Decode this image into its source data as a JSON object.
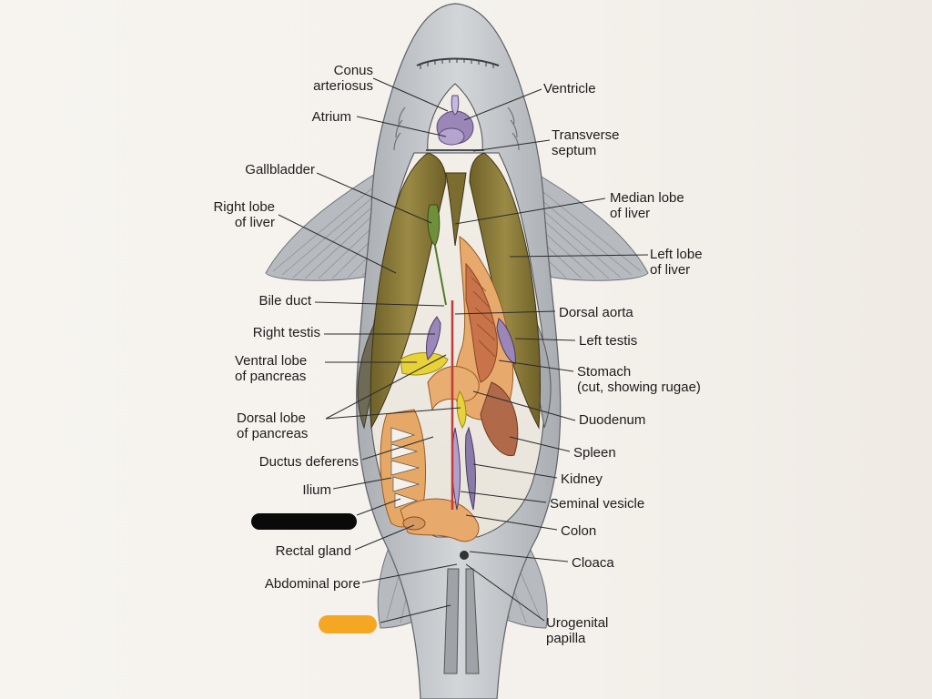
{
  "figure": {
    "labels": {
      "conus_arteriosus": [
        "Conus",
        "arteriosus"
      ],
      "atrium": "Atrium",
      "gallbladder": "Gallbladder",
      "right_lobe_of_liver": [
        "Right lobe",
        "of liver"
      ],
      "bile_duct": "Bile duct",
      "right_testis": "Right testis",
      "ventral_lobe_of_pancreas": [
        "Ventral lobe",
        "of pancreas"
      ],
      "dorsal_lobe_of_pancreas": [
        "Dorsal lobe",
        "of pancreas"
      ],
      "ductus_deferens": "Ductus deferens",
      "ilium": "Ilium",
      "redacted_label": "",
      "rectal_gland": "Rectal gland",
      "abdominal_pore": "Abdominal pore",
      "redacted_label_2": "",
      "ventricle": "Ventricle",
      "transverse_septum": [
        "Transverse",
        "septum"
      ],
      "median_lobe_of_liver": [
        "Median lobe",
        "of liver"
      ],
      "left_lobe_of_liver": [
        "Left lobe",
        "of liver"
      ],
      "dorsal_aorta": "Dorsal aorta",
      "left_testis": "Left testis",
      "stomach": [
        "Stomach",
        "(cut, showing rugae)"
      ],
      "duodenum": "Duodenum",
      "spleen": "Spleen",
      "kidney": "Kidney",
      "seminal_vesicle": "Seminal vesicle",
      "colon": "Colon",
      "cloaca": "Cloaca",
      "urogenital_papilla": [
        "Urogenital",
        "papilla"
      ]
    }
  },
  "colors": {
    "skin": "#b9bcc0",
    "skin_dark": "#8e9297",
    "liver": "#8a7a3a",
    "liver_dark": "#5f5320",
    "gut": "#e6a866",
    "gut_dark": "#c07a3c",
    "heart": "#9b86b8",
    "kidney": "#8a7aa8",
    "pancreas": "#e8d23a",
    "spleen": "#b06a4a",
    "redaction_black": "#0a0a0a",
    "redaction_orange": "#f5a623"
  }
}
